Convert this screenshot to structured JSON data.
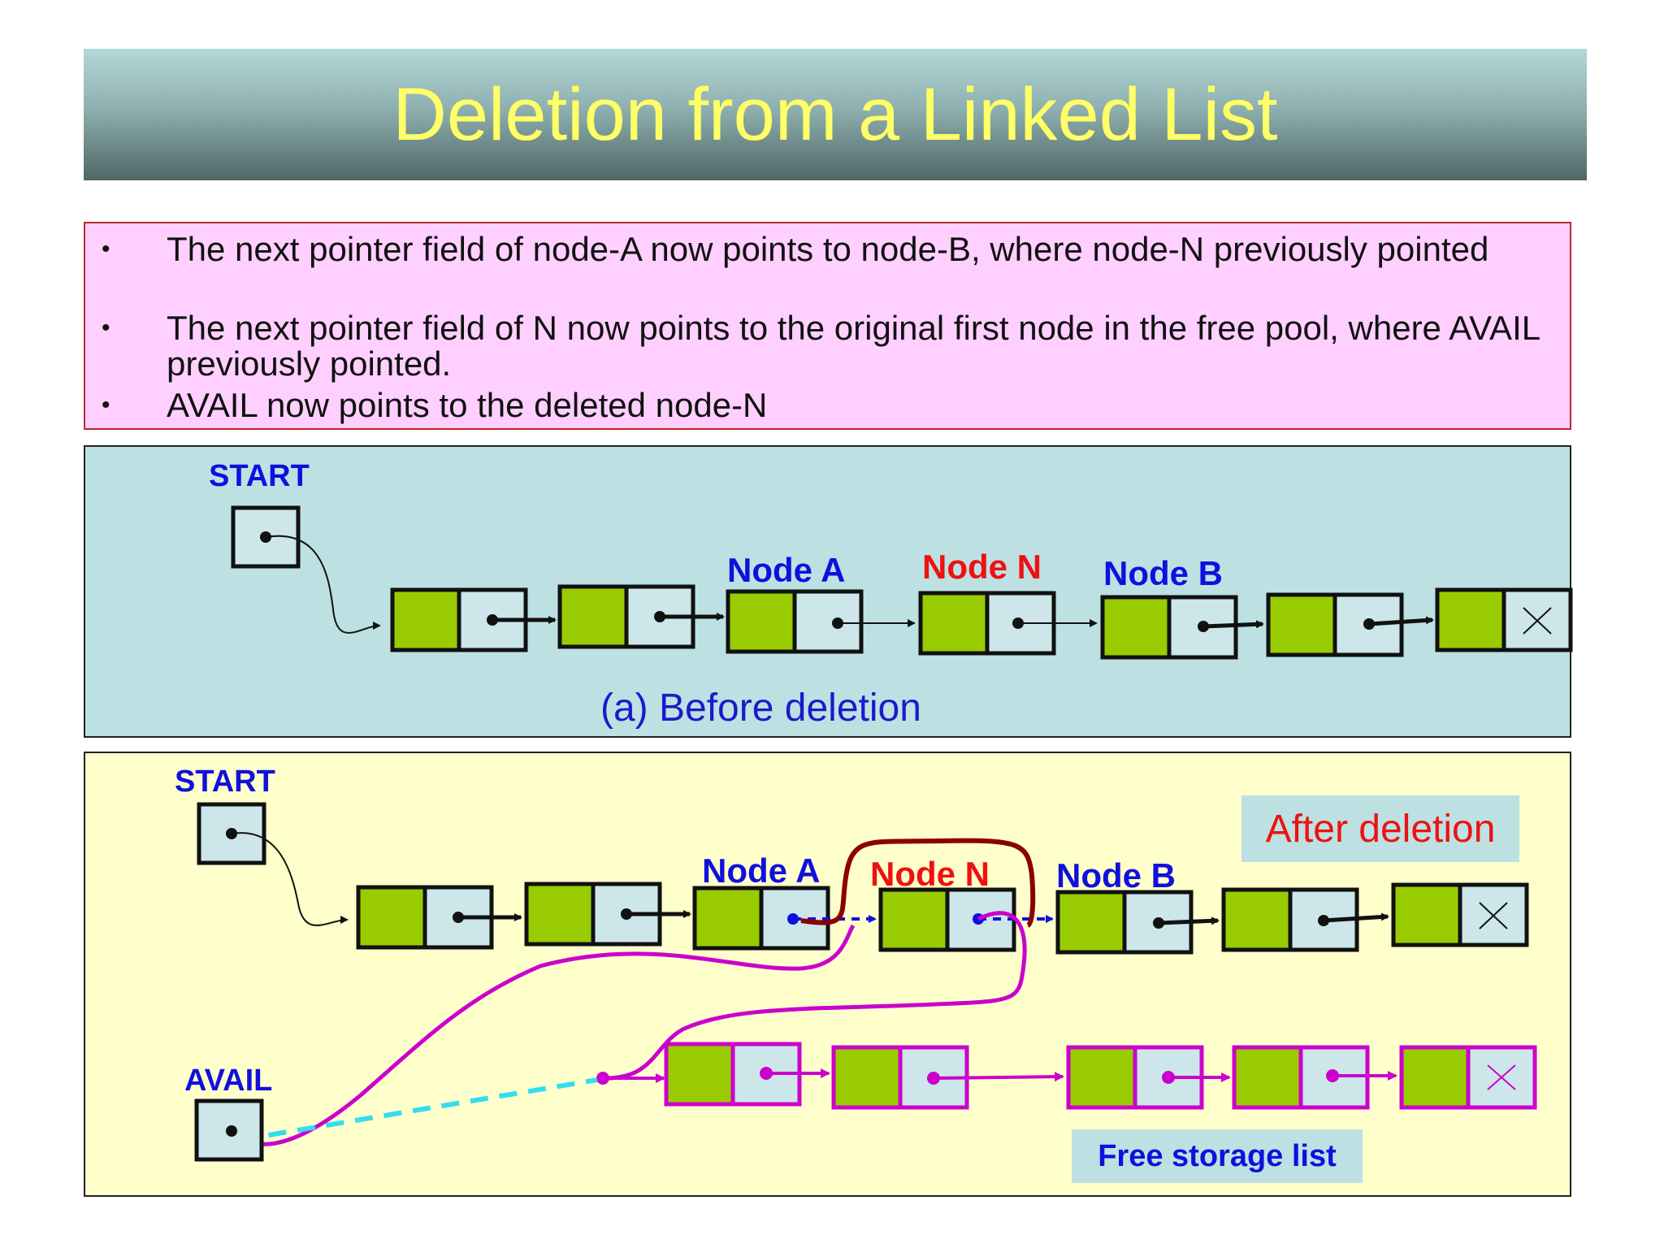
{
  "title": "Deletion from a Linked List",
  "bullets": [
    "The next pointer field of node-A now points to node-B, where node-N previously pointed",
    "The next pointer field of N now points to the original first node in the free pool, where AVAIL previously pointed.",
    "AVAIL now points to the deleted node-N"
  ],
  "bullet_symbol": "•",
  "before": {
    "start_label": "START",
    "node_a_label": "Node A",
    "node_n_label": "Node N",
    "node_b_label": "Node B",
    "caption": "(a) Before deletion"
  },
  "after": {
    "start_label": "START",
    "avail_label": "AVAIL",
    "node_a_label": "Node A",
    "node_n_label": "Node N",
    "node_b_label": "Node B",
    "badge": "After deletion",
    "free_list_label": "Free storage list"
  },
  "colors": {
    "info": "#99cc00",
    "pointer": "#cce6ea",
    "blue_label": "#1010dd",
    "red_label": "#ee1111",
    "magenta": "#cc00cc",
    "dark_red": "#8b0000",
    "cyan_dash": "#33ddee"
  }
}
